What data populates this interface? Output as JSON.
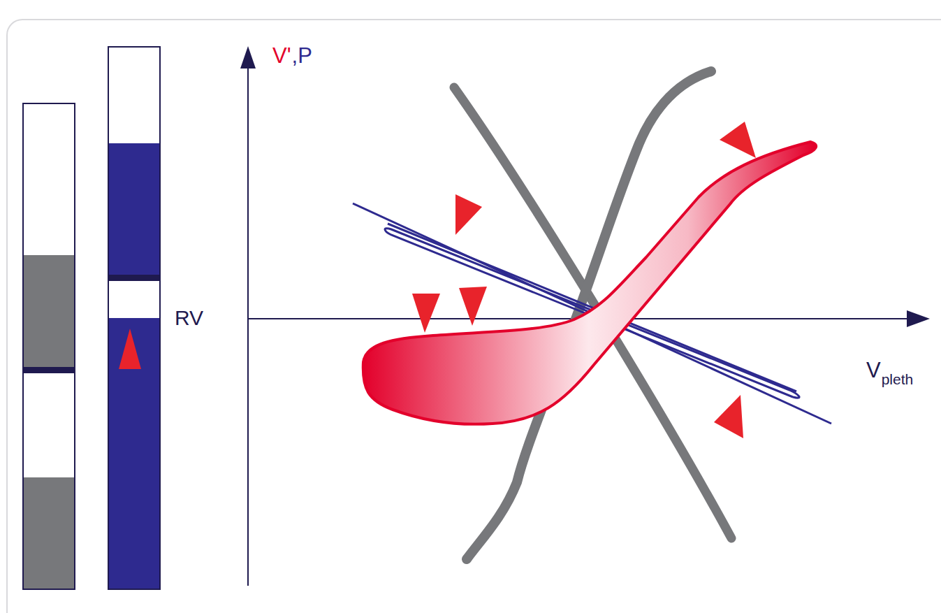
{
  "diagram": {
    "labels": [
      "V'",
      ",P",
      "RV",
      "V",
      "pleth"
    ]
  }
}
